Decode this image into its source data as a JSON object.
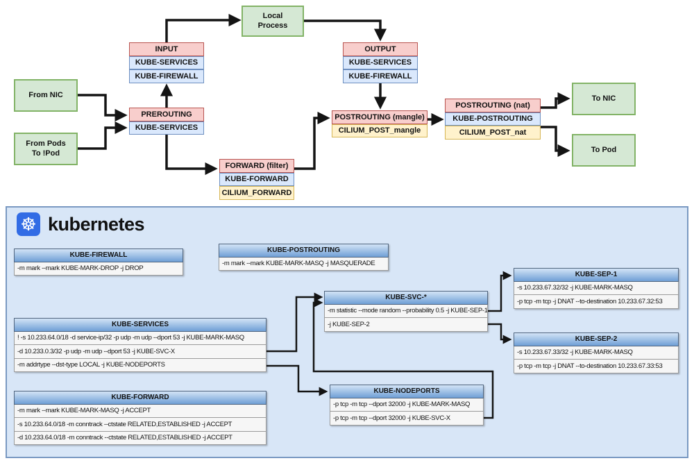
{
  "colors": {
    "chain_red_fill": "#f8cecc",
    "chain_red_border": "#b85450",
    "chain_blue_fill": "#dae8fc",
    "chain_blue_border": "#6c8ebf",
    "chain_yellow_fill": "#fff2cc",
    "chain_yellow_border": "#d6b656",
    "endpoint_green_fill": "#d5e8d4",
    "endpoint_green_border": "#82b366",
    "panel_bg": "#d8e6f7",
    "panel_border": "#7a99c2",
    "table_header_top": "#d3e4f6",
    "table_header_bottom": "#6f9fd6",
    "kubernetes_blue": "#326ce5",
    "arrow": "#141414"
  },
  "flow": {
    "endpoints": {
      "local_process": "Local Process",
      "from_nic": "From NIC",
      "from_pods": "From Pods To !Pod",
      "to_nic": "To NIC",
      "to_pod": "To Pod"
    },
    "stacks": {
      "input": {
        "title": "INPUT",
        "rows": [
          "KUBE-SERVICES",
          "KUBE-FIREWALL"
        ]
      },
      "output": {
        "title": "OUTPUT",
        "rows": [
          "KUBE-SERVICES",
          "KUBE-FIREWALL"
        ]
      },
      "prerouting": {
        "title": "PREROUTING",
        "rows": [
          "KUBE-SERVICES"
        ]
      },
      "forward": {
        "title": "FORWARD (filter)",
        "rows": [
          "KUBE-FORWARD",
          "CILIUM_FORWARD"
        ]
      },
      "postrouting_mangle": {
        "title": "POSTROUTING (mangle)",
        "rows": [
          "CILIUM_POST_mangle"
        ]
      },
      "postrouting_nat": {
        "title": "POSTROUTING (nat)",
        "rows": [
          "KUBE-POSTROUTING",
          "CILIUM_POST_nat"
        ]
      }
    }
  },
  "panel": {
    "brand": "kubernetes",
    "logo_icon": "kubernetes-helm-wheel",
    "tables": {
      "kube_firewall": {
        "title": "KUBE-FIREWALL",
        "rows": [
          "-m mark --mark KUBE-MARK-DROP -j DROP"
        ]
      },
      "kube_postrouting": {
        "title": "KUBE-POSTROUTING",
        "rows": [
          "-m mark --mark KUBE-MARK-MASQ -j MASQUERADE"
        ]
      },
      "kube_services": {
        "title": "KUBE-SERVICES",
        "rows": [
          "! -s 10.233.64.0/18 -d service-ip/32 -p udp  -m udp --dport 53 -j KUBE-MARK-MASQ",
          "-d 10.233.0.3/32 -p udp  -m udp --dport 53 -j KUBE-SVC-X",
          "-m addrtype --dst-type LOCAL -j KUBE-NODEPORTS"
        ]
      },
      "kube_svc": {
        "title": "KUBE-SVC-*",
        "rows": [
          "-m statistic --mode random --probability 0.5 -j KUBE-SEP-1",
          "-j KUBE-SEP-2"
        ]
      },
      "kube_sep_1": {
        "title": "KUBE-SEP-1",
        "rows": [
          "-s 10.233.67.32/32  -j KUBE-MARK-MASQ",
          "-p tcp -m tcp -j DNAT --to-destination 10.233.67.32:53"
        ]
      },
      "kube_sep_2": {
        "title": "KUBE-SEP-2",
        "rows": [
          "-s 10.233.67.33/32  -j KUBE-MARK-MASQ",
          "-p tcp -m tcp -j DNAT --to-destination 10.233.67.33:53"
        ]
      },
      "kube_nodeports": {
        "title": "KUBE-NODEPORTS",
        "rows": [
          "-p tcp -m tcp --dport 32000 -j KUBE-MARK-MASQ",
          "-p tcp -m tcp --dport 32000 -j KUBE-SVC-X"
        ]
      },
      "kube_forward": {
        "title": "KUBE-FORWARD",
        "rows": [
          "-m mark --mark KUBE-MARK-MASQ -j ACCEPT",
          "-s 10.233.64.0/18  -m conntrack --ctstate RELATED,ESTABLISHED -j ACCEPT",
          "-d 10.233.64.0/18  -m conntrack --ctstate RELATED,ESTABLISHED -j ACCEPT"
        ]
      }
    }
  }
}
